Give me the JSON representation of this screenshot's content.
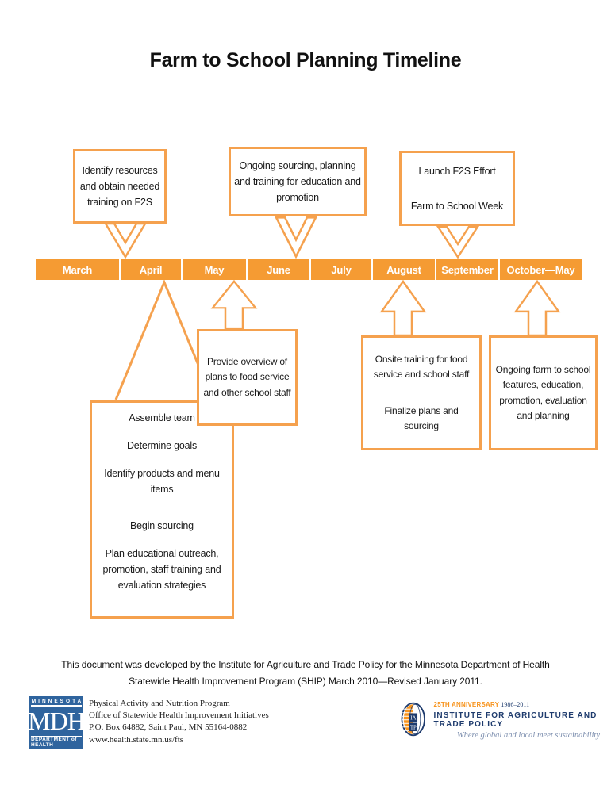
{
  "title": "Farm to School Planning Timeline",
  "colors": {
    "timeline_orange": "#F59B33",
    "callout_border_orange": "#F5A14E",
    "mdh_blue": "#2F649E",
    "iatp_navy": "#1F3C6E",
    "iatp_orange": "#F7941E",
    "tagline_gray": "#7C8EAE"
  },
  "timeline": {
    "months": [
      "March",
      "April",
      "May",
      "June",
      "July",
      "August",
      "September",
      "October—May"
    ]
  },
  "callouts_above": [
    {
      "paragraphs": [
        "Identify resources and obtain needed training on F2S"
      ]
    },
    {
      "paragraphs": [
        "Ongoing sourcing, planning and training for education and promotion"
      ]
    },
    {
      "paragraphs": [
        "Launch F2S Effort",
        "Farm to School Week"
      ]
    }
  ],
  "callouts_below": [
    {
      "paragraphs": [
        "Assemble team",
        "Determine goals",
        "Identify products and menu items",
        "Begin sourcing",
        "Plan educational outreach, promotion, staff training and evaluation strategies"
      ]
    },
    {
      "paragraphs": [
        "Provide overview of plans to food service and other school staff"
      ]
    },
    {
      "paragraphs": [
        "Onsite training for food service and school staff",
        "Finalize plans and sourcing"
      ]
    },
    {
      "paragraphs": [
        "Ongoing farm to school features, education, promotion, evaluation and planning"
      ]
    }
  ],
  "footer": {
    "credit_line1": "This document was developed by the Institute for Agriculture and Trade Policy for the Minnesota Department of Health",
    "credit_line2": "Statewide Health Improvement Program (SHIP) March 2010—Revised January 2011.",
    "mdh": {
      "top": "MINNESOTA",
      "acronym": "MDH",
      "bottom": "DEPARTMENT of HEALTH",
      "address_lines": [
        "Physical Activity and Nutrition Program",
        "Office of Statewide Health Improvement Initiatives",
        "P.O. Box 64882, Saint Paul, MN 55164-0882",
        "www.health.state.mn.us/fts"
      ]
    },
    "iatp": {
      "anniversary": "25TH ANNIVERSARY",
      "years": "1986–2011",
      "name": "INSTITUTE FOR AGRICULTURE AND TRADE POLICY",
      "tagline": "Where global and local meet sustainability",
      "monogram_top": "IA",
      "monogram_bottom": "TP"
    }
  }
}
